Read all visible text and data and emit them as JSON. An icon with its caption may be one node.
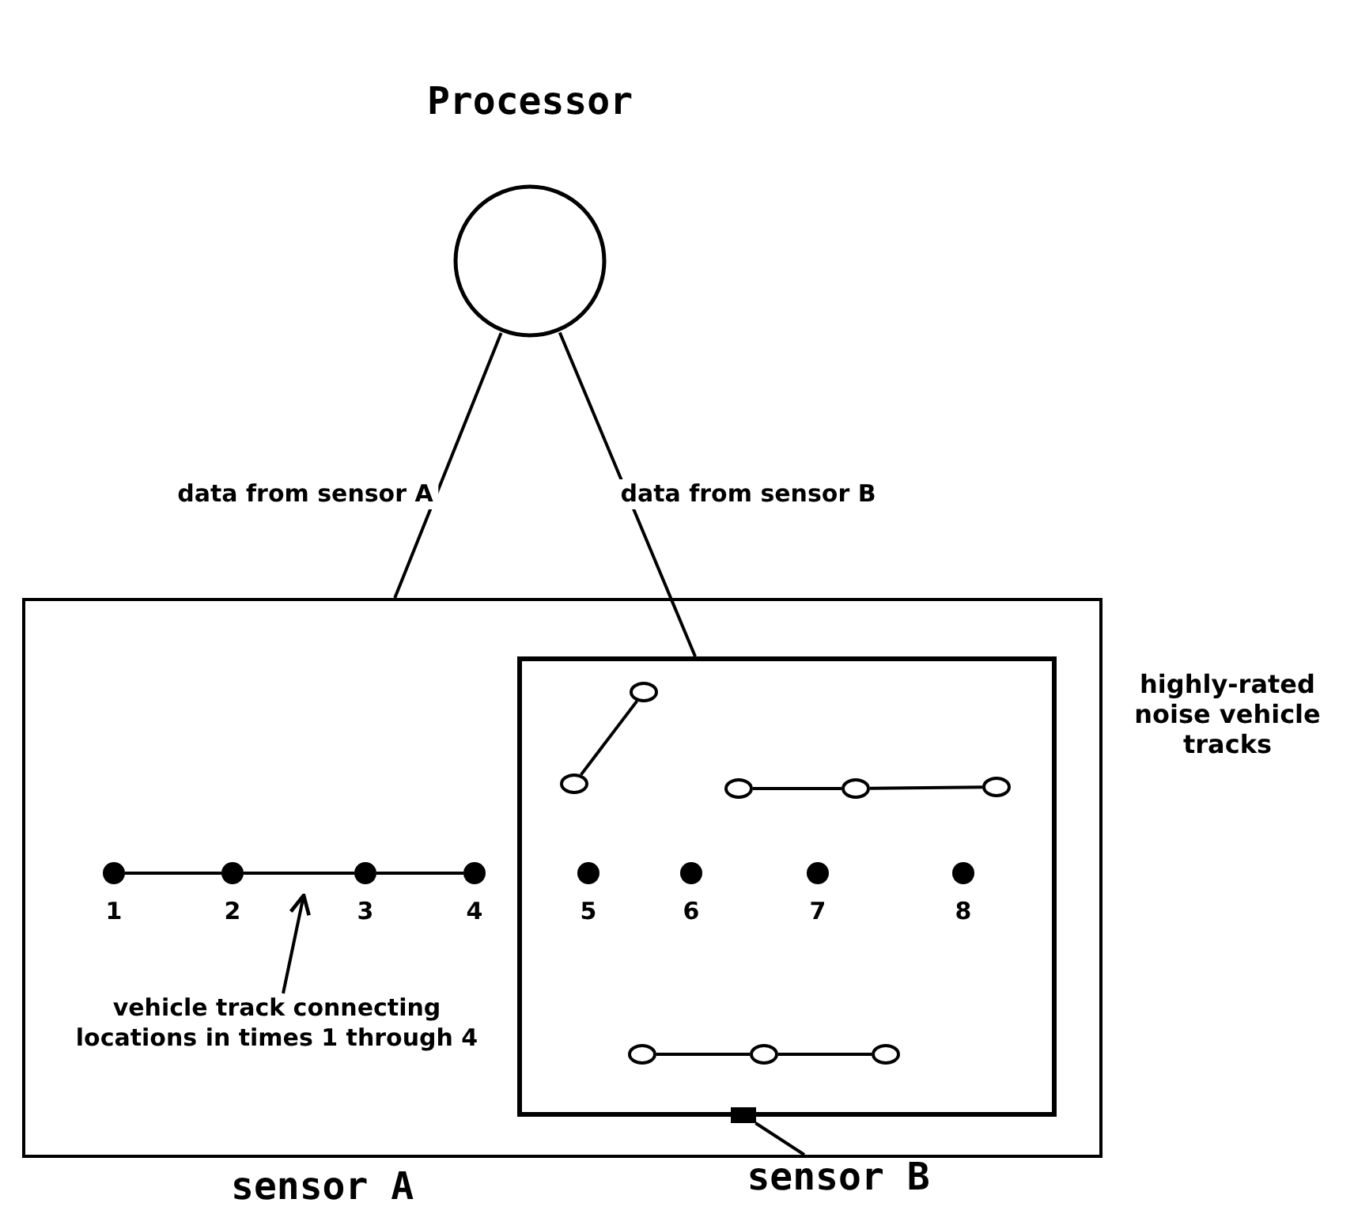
{
  "diagram": {
    "nodes": [
      {
        "text": [
          "Processor"
        ]
      },
      {
        "text": [
          "sensor A"
        ]
      },
      {
        "text": [],
        "shape": "box",
        "in": 1
      },
      {
        "text": [],
        "shape": "circle",
        "in": 2
      },
      {
        "text": [],
        "shape": "circle",
        "in": 2
      },
      {
        "text": [],
        "shape": "circle",
        "in": 2
      },
      {
        "text": [],
        "shape": "circle",
        "in": 2
      },
      {
        "text": [],
        "shape": "circle",
        "in": 2
      },
      {
        "text": [
          "1"
        ],
        "in": 1
      },
      {
        "text": [
          "2"
        ],
        "in": 1
      },
      {
        "text": [
          "3"
        ],
        "in": 1
      },
      {
        "text": [
          "4"
        ],
        "in": 1
      },
      {
        "text": [
          "5"
        ],
        "in": 2
      },
      {
        "text": [
          "6"
        ],
        "in": 2
      },
      {
        "text": [
          "7"
        ],
        "in": 2
      },
      {
        "text": [
          "8"
        ],
        "in": 2
      },
      {
        "text": [
          "vehicle track connecting locations in times 1 through 4"
        ],
        "in": 1
      },
      {
        "text": [],
        "shape": "circle",
        "in": 2
      },
      {
        "text": [],
        "shape": "circle",
        "in": 2
      },
      {
        "text": [],
        "shape": "circle",
        "in": 2
      },
      {
        "text": [],
        "shape": "box",
        "in": 1
      },
      {
        "text": [
          "sensor B"
        ]
      }
    ],
    "edges": [
      {
        "from": 0,
        "to": 1,
        "arrow": "none",
        "label": "data from sensor A"
      },
      {
        "from": 0,
        "to": 2,
        "arrow": "none",
        "label": "data from sensor B"
      },
      {
        "from": 3,
        "to": 4,
        "arrow": "none"
      },
      {
        "from": 5,
        "to": 6,
        "arrow": "none"
      },
      {
        "from": 6,
        "to": 7,
        "arrow": "none"
      },
      {
        "from": 8,
        "to": 9,
        "arrow": "none"
      },
      {
        "from": 9,
        "to": 10,
        "arrow": "none"
      },
      {
        "from": 10,
        "to": 11,
        "arrow": "none"
      },
      {
        "from": 16,
        "to": null,
        "arrow": "to"
      },
      {
        "from": 17,
        "to": 18,
        "arrow": "none"
      },
      {
        "from": 18,
        "to": 19,
        "arrow": "none"
      },
      {
        "from": 21,
        "to": 20,
        "arrow": "none"
      }
    ],
    "labels": [
      "highly-rated noise vehicle tracks"
    ]
  }
}
